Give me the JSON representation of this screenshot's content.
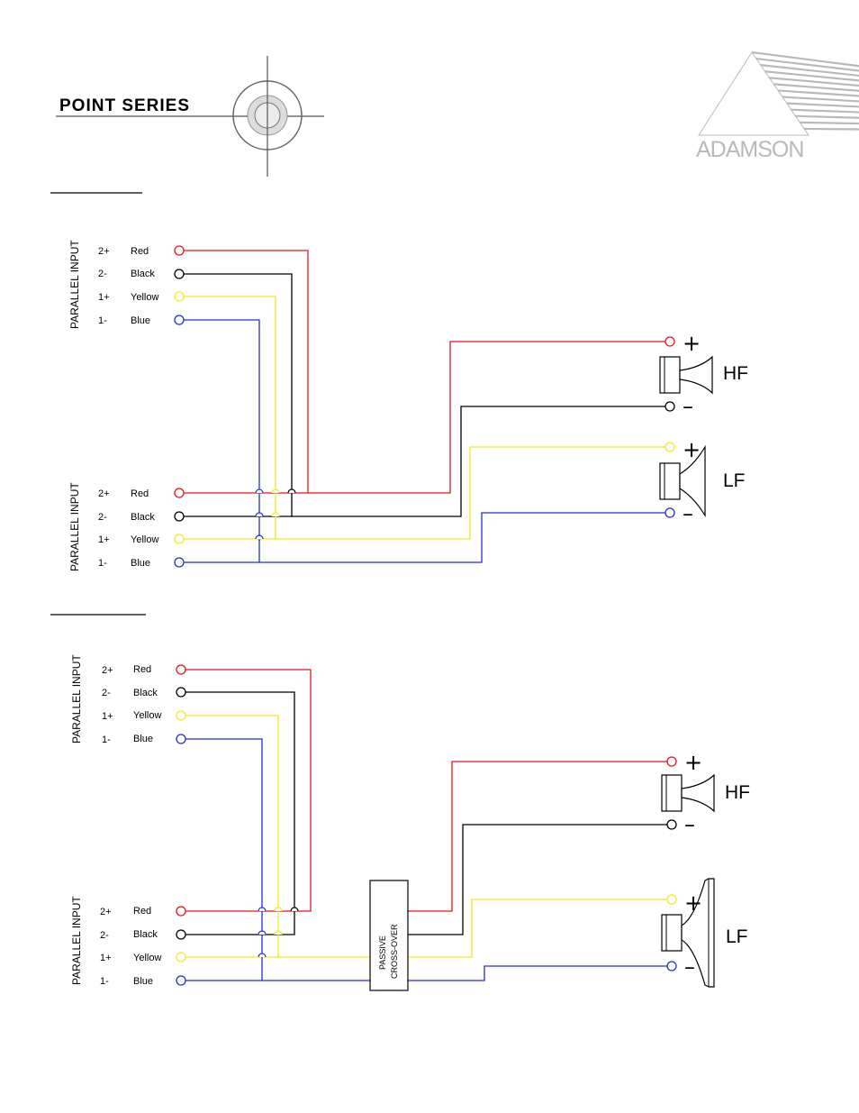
{
  "header": {
    "series_title": "POINT SERIES",
    "brand": "ADAMSON"
  },
  "colors": {
    "red": "#e8141b",
    "black": "#000000",
    "yellow": "#f5e91a",
    "blue": "#1f2fd8",
    "logo_gray": "#b9b9b9"
  },
  "input_block_label": "PARALLEL INPUT",
  "pins": [
    {
      "pin": "2+",
      "color": "Red"
    },
    {
      "pin": "2-",
      "color": "Black"
    },
    {
      "pin": "1+",
      "color": "Yellow"
    },
    {
      "pin": "1-",
      "color": "Blue"
    }
  ],
  "drivers": {
    "hf_label": "HF",
    "lf_label": "LF",
    "plus_sign": "+",
    "minus_sign": "–"
  },
  "crossover": {
    "line1": "PASSIVE",
    "line2": "CROSS-OVER"
  }
}
